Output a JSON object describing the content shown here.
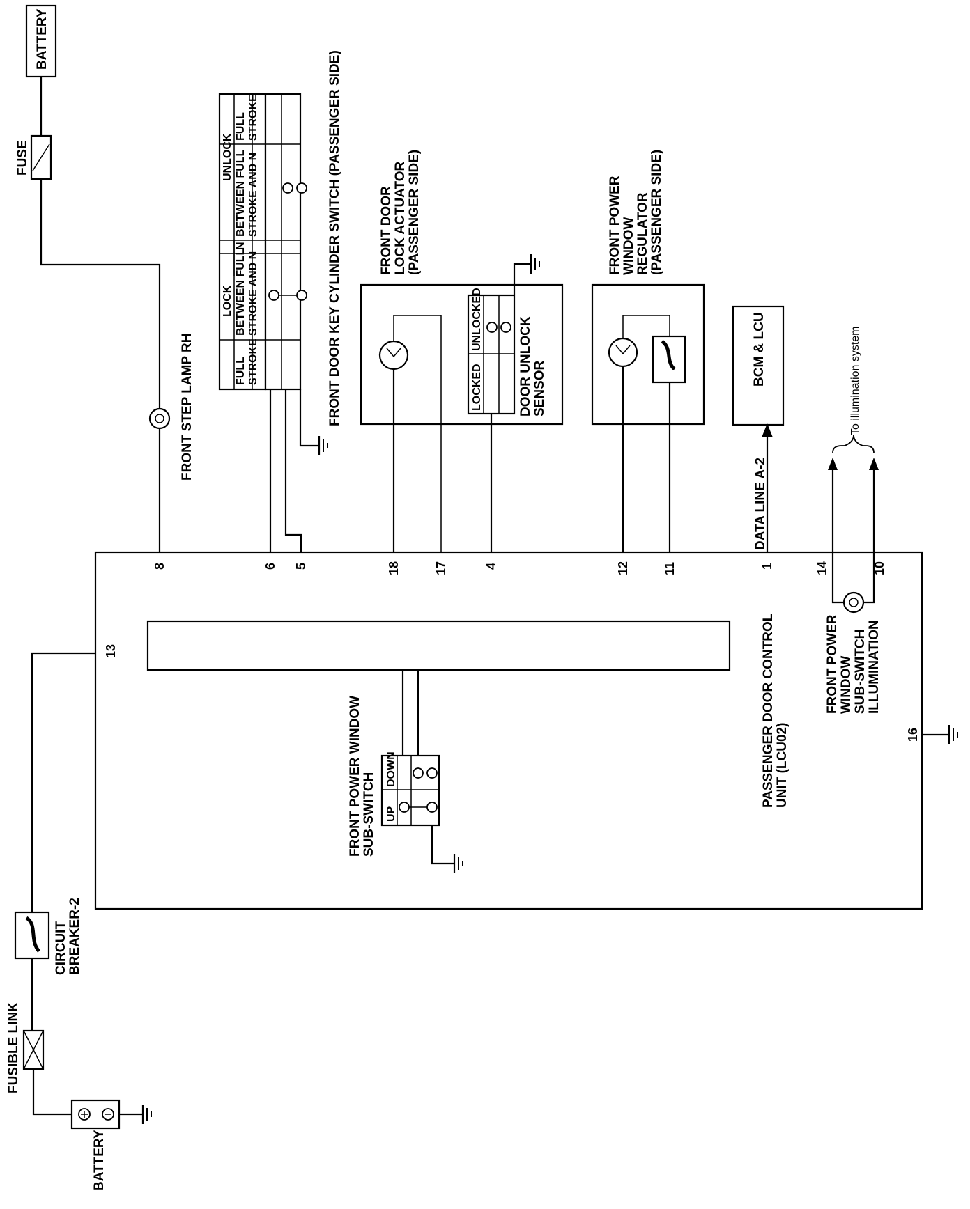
{
  "labels": {
    "battery_top": "BATTERY",
    "fuse": "FUSE",
    "front_step_lamp": "FRONT STEP LAMP RH",
    "key_switch": "FRONT DOOR KEY CYLINDER SWITCH (PASSENGER SIDE)",
    "lock_actuator": [
      "FRONT DOOR",
      "LOCK ACTUATOR",
      "(PASSENGER SIDE)"
    ],
    "door_unlock_sensor": [
      "DOOR UNLOCK",
      "SENSOR"
    ],
    "locked": "LOCKED",
    "unlocked": "UNLOCKED",
    "window_regulator": [
      "FRONT POWER",
      "WINDOW",
      "REGULATOR",
      "(PASSENGER SIDE)"
    ],
    "bcm": "BCM & LCU",
    "data_line": "DATA LINE A-2",
    "illumination_system": "To illumination system",
    "subswitch": [
      "FRONT POWER WINDOW",
      "SUB-SWITCH"
    ],
    "up": "UP",
    "down": "DOWN",
    "control_unit": [
      "PASSENGER DOOR CONTROL",
      "UNIT (LCU02)"
    ],
    "subswitch_illum": [
      "FRONT POWER",
      "WINDOW",
      "SUB-SWITCH",
      "ILLUMINATION"
    ],
    "circuit_breaker": [
      "CIRCUIT",
      "BREAKER-2"
    ],
    "fusible_link": "FUSIBLE LINK",
    "battery_bottom": "BATTERY"
  },
  "key_switch_table": {
    "lock": "LOCK",
    "unlock": "UNLOCK",
    "n": "N",
    "full_stroke": [
      "FULL",
      "STROKE"
    ],
    "between": [
      "BETWEEN FULL",
      "STROKE AND N"
    ]
  },
  "pins": {
    "p8": "8",
    "p6": "6",
    "p5": "5",
    "p18": "18",
    "p17": "17",
    "p4": "4",
    "p12": "12",
    "p11": "11",
    "p1": "1",
    "p14": "14",
    "p10": "10",
    "p13": "13",
    "p16": "16"
  }
}
